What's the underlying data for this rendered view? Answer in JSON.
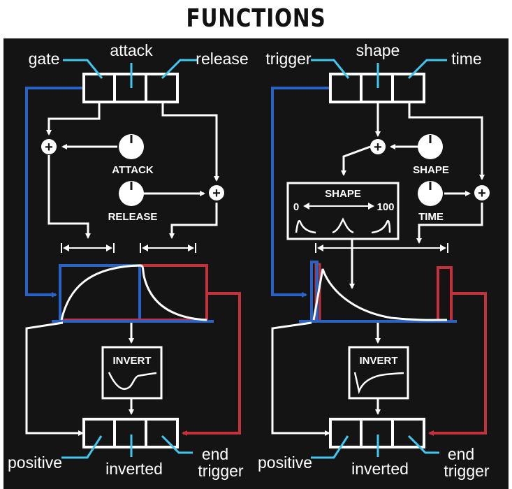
{
  "title": "FUNCTIONS",
  "left": {
    "inputs": [
      "gate",
      "attack",
      "release"
    ],
    "knobs": [
      "ATTACK",
      "RELEASE"
    ],
    "invert_label": "INVERT",
    "outputs": [
      "positive",
      "inverted",
      "end",
      "trigger"
    ]
  },
  "right": {
    "inputs": [
      "trigger",
      "shape",
      "time"
    ],
    "knobs": [
      "SHAPE",
      "TIME"
    ],
    "shape_box": {
      "title": "SHAPE",
      "min": "0",
      "max": "100"
    },
    "invert_label": "INVERT",
    "outputs": [
      "positive",
      "inverted",
      "end",
      "trigger"
    ]
  },
  "colors": {
    "background": "#141414",
    "gate": "#2a63c6",
    "end": "#c4313a",
    "jack_lead": "#3fc8ef",
    "line": "#ffffff"
  }
}
